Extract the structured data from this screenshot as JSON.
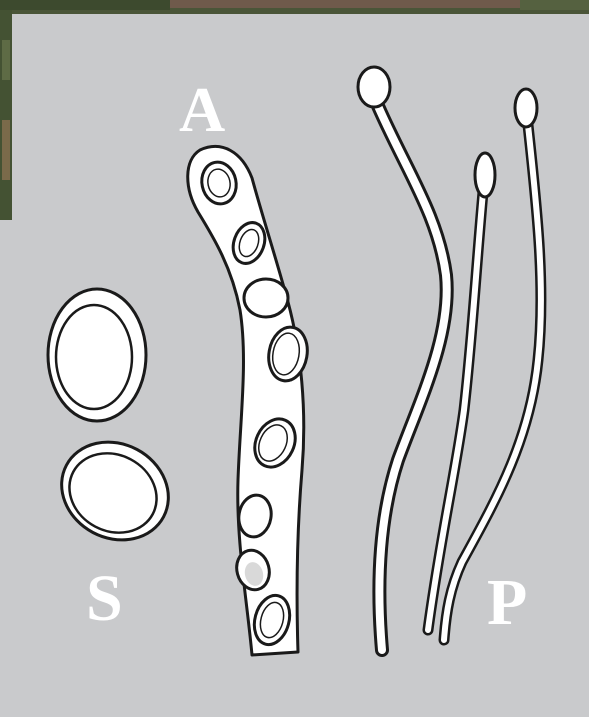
{
  "labels": {
    "ascus": "A",
    "spores": "S",
    "paraphyses": "P"
  },
  "colors": {
    "panel_background": "#c9cacc",
    "outline": "#1a1a1a",
    "fill": "#ffffff",
    "photo_strip_dark": "#3d4a2e",
    "photo_strip_brown": "#6f5a4b"
  }
}
